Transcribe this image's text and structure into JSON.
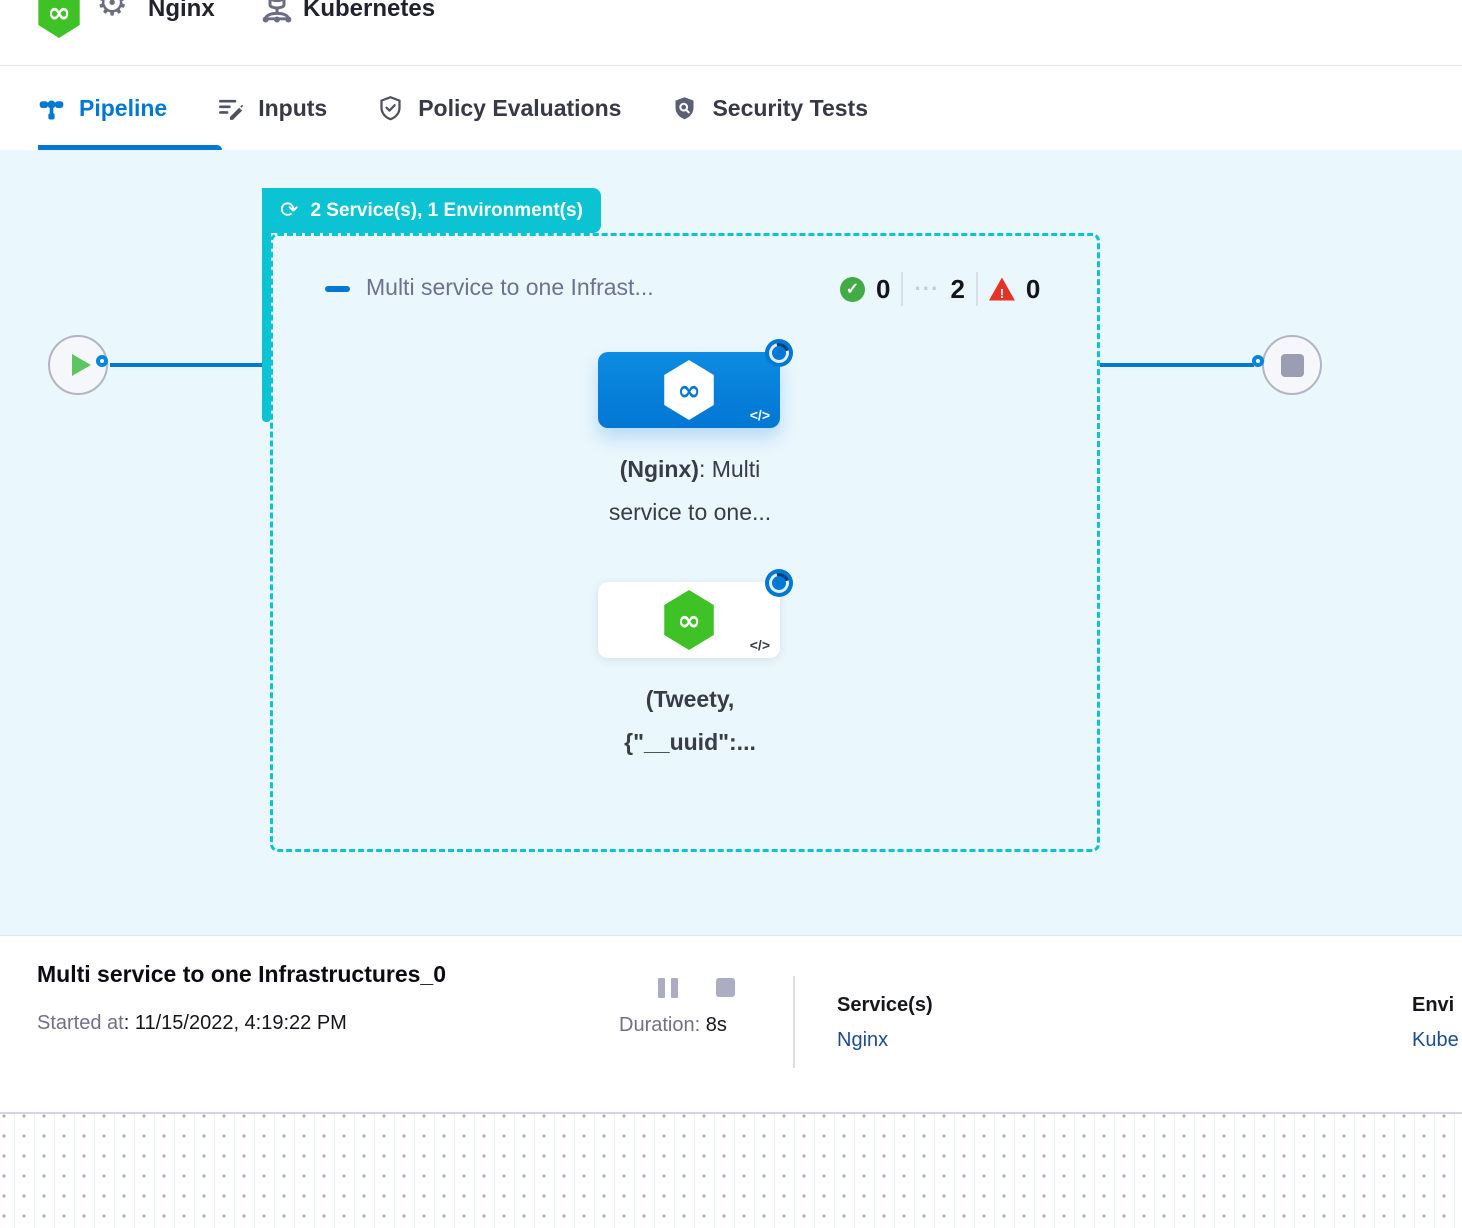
{
  "topbar": {
    "service_name": "Nginx",
    "infra_name": "Kubernetes"
  },
  "tabs": [
    {
      "label": "Pipeline",
      "active": true
    },
    {
      "label": "Inputs",
      "active": false
    },
    {
      "label": "Policy Evaluations",
      "active": false
    },
    {
      "label": "Security Tests",
      "active": false
    }
  ],
  "pipeline": {
    "badge_label": "2 Service(s), 1 Environment(s)",
    "stage_name": "Multi service to one Infrast...",
    "counts": {
      "success": "0",
      "running": "2",
      "failed": "0"
    },
    "nodes": [
      {
        "bold": "(Nginx)",
        "rest": ": Multi service to one...",
        "code_icon": "</>"
      },
      {
        "bold": "(Tweety, {\"__uuid\":...",
        "rest": "",
        "code_icon": "</>"
      }
    ],
    "infinity_glyph": "∞"
  },
  "footer": {
    "title": "Multi service to one Infrastructures_0",
    "started_label": "Started at",
    "started_value": ": 11/15/2022, 4:19:22 PM",
    "duration_label": "Duration: ",
    "duration_value": "8s",
    "services_label": "Service(s)",
    "services_value": "Nginx",
    "environments_label": "Envi",
    "environments_value": "Kube"
  },
  "icons": {
    "sync": "⟳",
    "check": "✓",
    "running_dots": "···",
    "alert": "!",
    "gear": "⚙"
  },
  "colors": {
    "accent_blue": "#0278D5",
    "teal": "#0BC3D3",
    "canvas_bg": "#EAF7FD",
    "success_green": "#42AB45",
    "error_red": "#E43326",
    "link_navy": "#1B4E8D",
    "brand_green": "#3FC226"
  }
}
